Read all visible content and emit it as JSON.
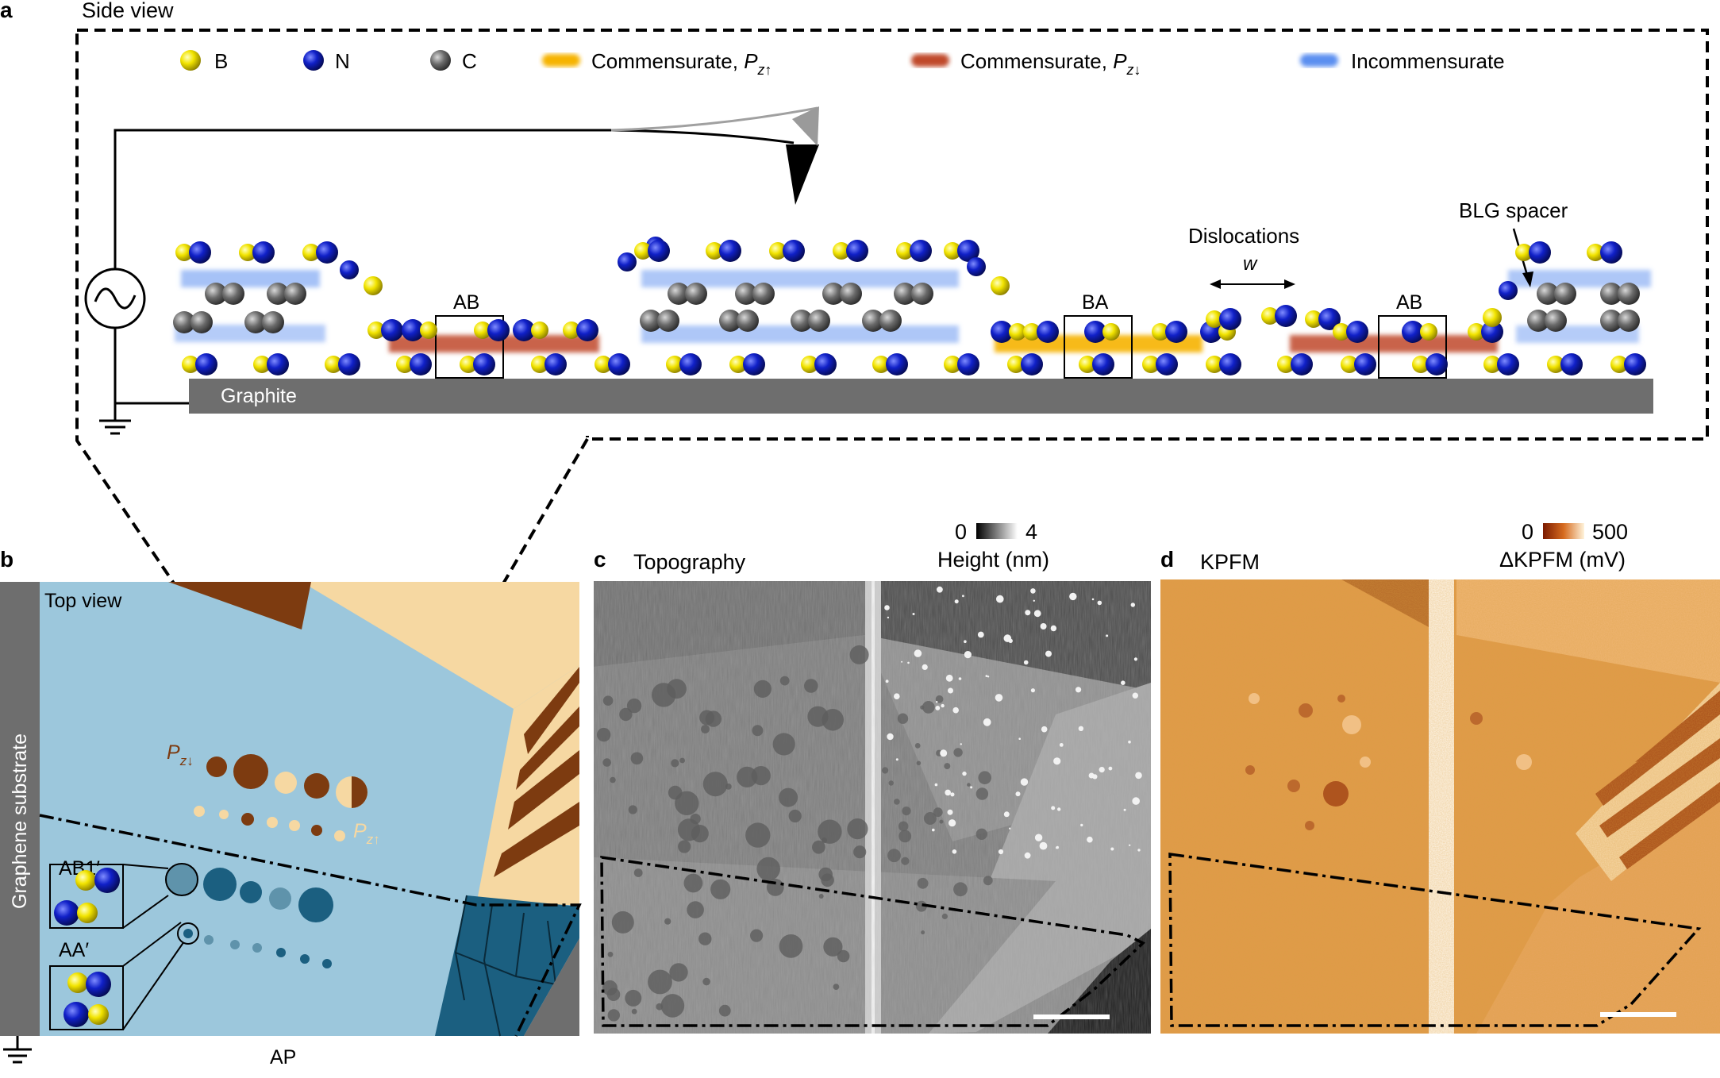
{
  "panel_a": {
    "letter": "a",
    "title": "Side view",
    "legend": [
      {
        "label": "B",
        "color": "#f2e400",
        "kind": "atom"
      },
      {
        "label": "N",
        "color": "#1020c8",
        "kind": "atom"
      },
      {
        "label": "C",
        "color": "#6a6a6a",
        "kind": "atom"
      },
      {
        "label": "Commensurate, ",
        "sub_P": "P",
        "sub_script": "z↑",
        "color": "#f6b300",
        "kind": "bar"
      },
      {
        "label": "Commensurate, ",
        "sub_P": "P",
        "sub_script": "z↓",
        "color": "#c0482a",
        "kind": "bar"
      },
      {
        "label": "Incommensurate",
        "color": "#5b8ff0",
        "kind": "bar"
      }
    ],
    "stacking_labels": [
      "AB",
      "BA",
      "AB"
    ],
    "dislocations_label": "Dislocations",
    "w_label": "w",
    "blg_label": "BLG spacer",
    "graphite_label": "Graphite"
  },
  "panel_b": {
    "letter": "b",
    "top_view_label": "Top view",
    "substrate_label": "Graphene substrate",
    "pz_down_label": "P",
    "pz_down_sub": "z↓",
    "pz_up_label": "P",
    "pz_up_sub": "z↑",
    "ab1_label": "AB1′",
    "aa_label": "AA′",
    "ap_label": "AP",
    "colors": {
      "light_blue": "#9cc7dc",
      "beige": "#f6d8a2",
      "brown": "#7d3b10",
      "teal": "#1b5f80",
      "gray": "#6e6e6e"
    }
  },
  "panel_c": {
    "letter": "c",
    "title": "Topography",
    "scale_min": "0",
    "scale_max": "4",
    "scale_label": "Height (nm)"
  },
  "panel_d": {
    "letter": "d",
    "title": "KPFM",
    "scale_min": "0",
    "scale_max": "500",
    "scale_label": "ΔKPFM (mV)"
  }
}
